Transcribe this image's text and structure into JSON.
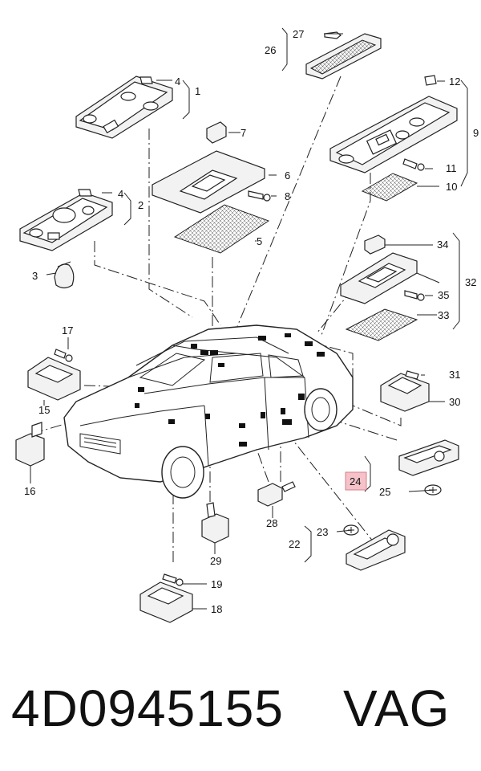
{
  "callouts": {
    "c1": "1",
    "c2": "2",
    "c3": "3",
    "c4a": "4",
    "c4b": "4",
    "c5": "5",
    "c6": "6",
    "c7": "7",
    "c8": "8",
    "c9": "9",
    "c10": "10",
    "c11": "11",
    "c12": "12",
    "c15": "15",
    "c16": "16",
    "c17": "17",
    "c18": "18",
    "c19": "19",
    "c22": "22",
    "c23": "23",
    "c24": "24",
    "c25": "25",
    "c26": "26",
    "c27": "27",
    "c28": "28",
    "c29": "29",
    "c30": "30",
    "c31": "31",
    "c32": "32",
    "c33": "33",
    "c34": "34",
    "c35": "35"
  },
  "highlight_color": "#e8a0a8",
  "footer": {
    "part_number": "4D0945155",
    "brand": "VAG"
  }
}
